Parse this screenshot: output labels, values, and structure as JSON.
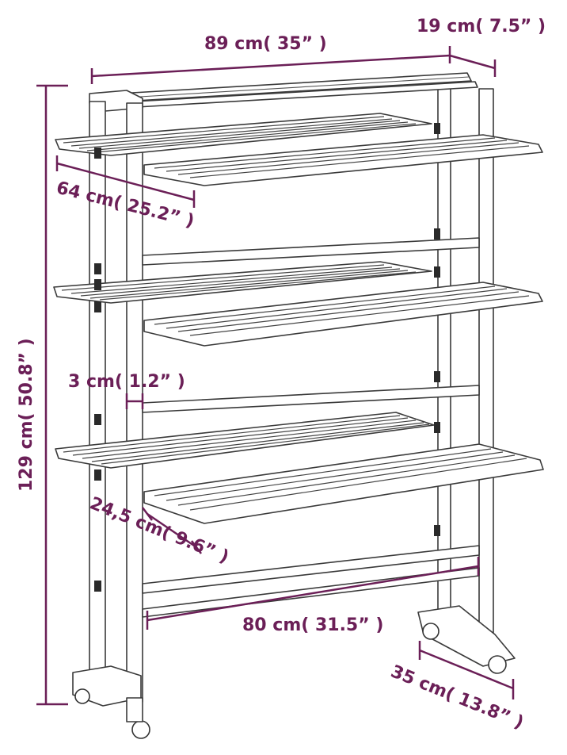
{
  "dimensions": {
    "width": "89 cm( 35” )",
    "depth": "19 cm( 7.5” )",
    "open_width": "64 cm( 25.2” )",
    "height": "129 cm( 50.8” )",
    "pole": "3 cm( 1.2” )",
    "wing": "24,5 cm( 9.6” )",
    "inner_width": "80 cm( 31.5” )",
    "base_depth": "35 cm( 13.8” )"
  },
  "colors": {
    "dimension": "#6b1f57",
    "outline": "#3a3a3a"
  }
}
